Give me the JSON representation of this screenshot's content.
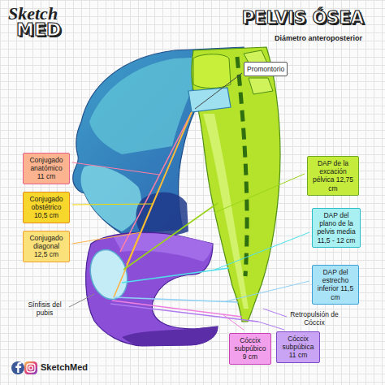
{
  "diagram": {
    "title": "PELVIS ÓSEA",
    "nodes": [
      {
        "text": [
          "Promontorio"
        ]
      },
      {
        "text": [
          "Conjugado anatómico 11 cm"
        ]
      },
      {
        "text": [
          "DAP de la excación pélvica 12,75 cm"
        ]
      },
      {
        "text": [
          "Conjugado obstétrico 10,5 cm"
        ]
      },
      {
        "text": [
          "DAP del plano de la pelvis media 11,5 - 12 cm"
        ]
      },
      {
        "text": [
          "Conjugado diagonal 12,5 cm"
        ]
      },
      {
        "text": [
          "DAP del estrecho inferior 11,5 cm"
        ]
      },
      {
        "text": [
          "Cóccix subpúbica 11 cm"
        ]
      },
      {
        "text": [
          "Cóccix subpúbico 9 cm"
        ]
      }
    ],
    "labels": [
      "Sketch",
      "MED",
      "Diámetro anteroposterior",
      "Sínfisis del pubis",
      "Retropulsión de Cóccix",
      "SketchMed"
    ]
  }
}
